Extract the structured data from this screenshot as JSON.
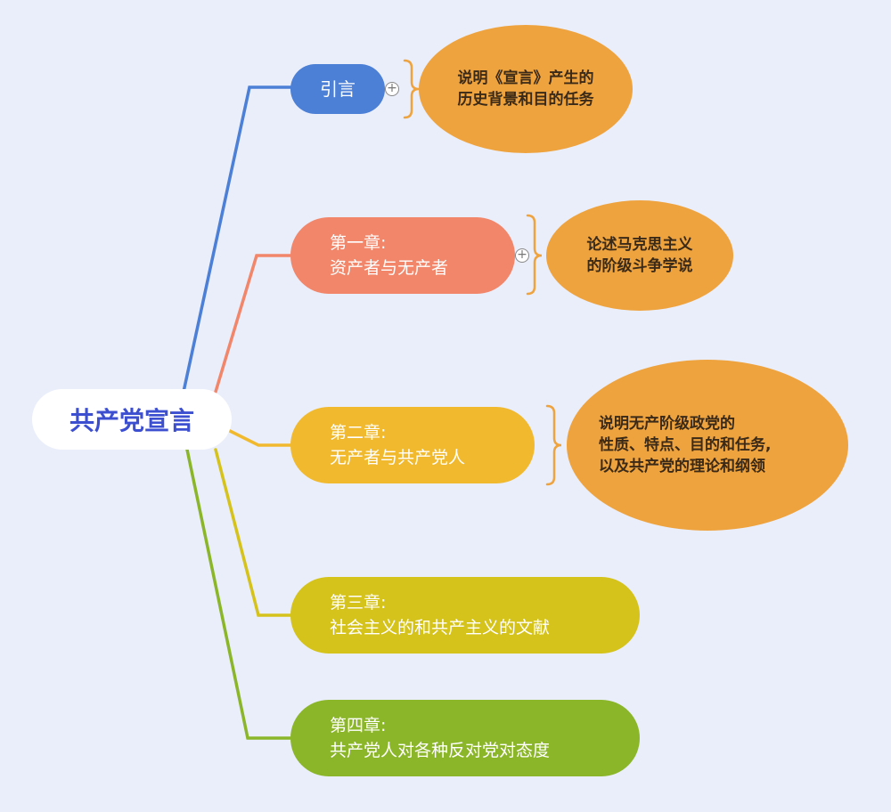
{
  "root": {
    "label": "共产党宣言"
  },
  "branches": [
    {
      "id": "intro",
      "lines": [
        "引言"
      ],
      "note": [
        "说明《宣言》产生的",
        "历史背景和目的任务"
      ],
      "color": "#4c7fd6"
    },
    {
      "id": "ch1",
      "lines": [
        "第一章:",
        "资产者与无产者"
      ],
      "note": [
        "论述马克思主义",
        "的阶级斗争学说"
      ],
      "color": "#f2866a"
    },
    {
      "id": "ch2",
      "lines": [
        "第二章:",
        "无产者与共产党人"
      ],
      "note": [
        "说明无产阶级政党的",
        "性质、特点、目的和任务,",
        "以及共产党的理论和纲领"
      ],
      "color": "#f1b92e"
    },
    {
      "id": "ch3",
      "lines": [
        "第三章:",
        "社会主义的和共产主义的文献"
      ],
      "color": "#d5c21b"
    },
    {
      "id": "ch4",
      "lines": [
        "第四章:",
        "共产党人对各种反对党对态度"
      ],
      "color": "#8bb629"
    }
  ],
  "colors": {
    "background": "#e9eefa",
    "root_text": "#3d4fd1",
    "note_fill": "#efa33e",
    "bracket": "#efa33e"
  },
  "icons": {
    "collapse_toggle": "circle-plus-icon"
  }
}
